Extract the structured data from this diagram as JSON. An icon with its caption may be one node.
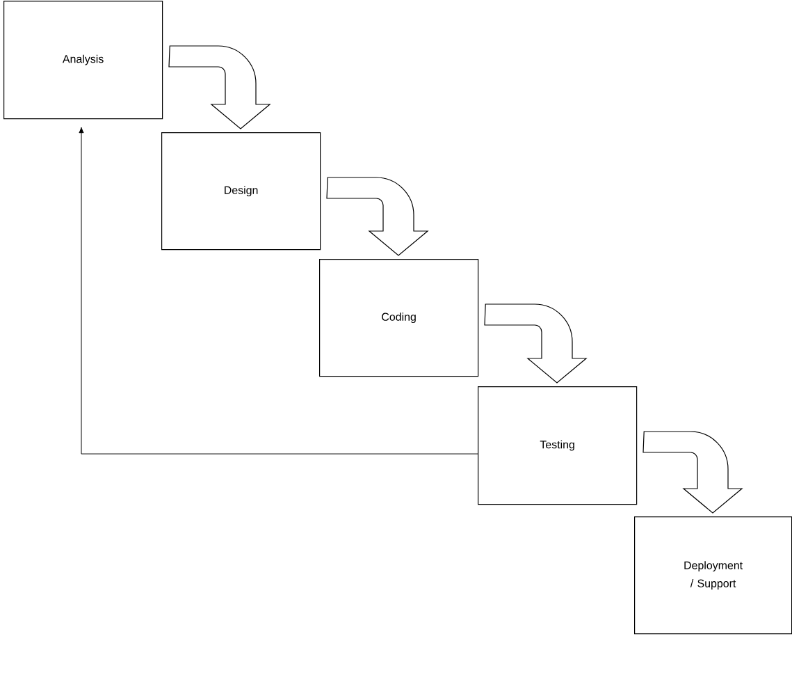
{
  "diagram": {
    "nodes": [
      {
        "text": [
          "Analysis"
        ]
      },
      {
        "text": [
          "Design"
        ]
      },
      {
        "text": [
          "Coding"
        ]
      },
      {
        "text": [
          "Testing"
        ]
      },
      {
        "text": [
          "Deployment / Support"
        ]
      }
    ],
    "edges": [
      {
        "from": 0,
        "to": 1,
        "arrow": "to",
        "style": "thick"
      },
      {
        "from": 1,
        "to": 2,
        "arrow": "to",
        "style": "thick"
      },
      {
        "from": 2,
        "to": 3,
        "arrow": "to",
        "style": "thick"
      },
      {
        "from": 3,
        "to": 4,
        "arrow": "to",
        "style": "thick"
      },
      {
        "from": 3,
        "to": 0,
        "arrow": "to"
      }
    ]
  }
}
